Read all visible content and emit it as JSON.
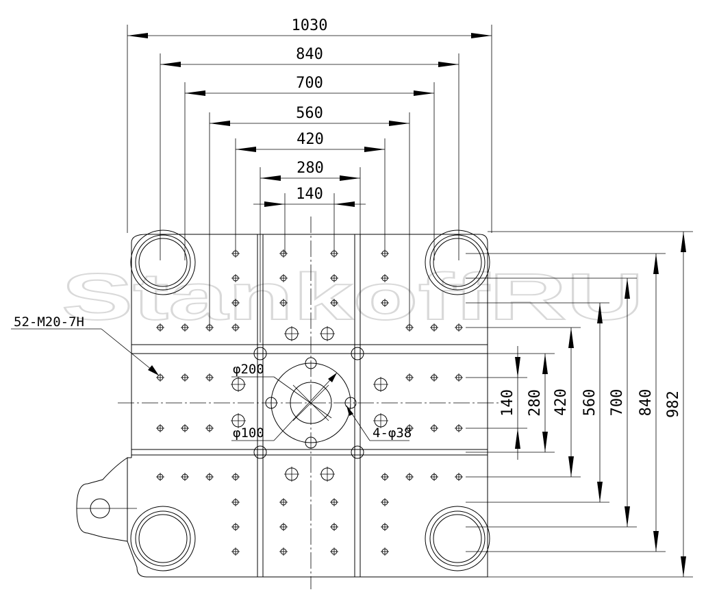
{
  "watermark": "StankoffRU",
  "horizontal_dims": [
    "1030",
    "840",
    "700",
    "560",
    "420",
    "280",
    "140"
  ],
  "vertical_dims": [
    "140",
    "280",
    "420",
    "560",
    "700",
    "840",
    "982"
  ],
  "labels": {
    "thread_holes": "52-M20-7H",
    "center_outer_dia": "φ200",
    "center_inner_dia": "φ100",
    "bolt_holes": "4-φ38"
  }
}
